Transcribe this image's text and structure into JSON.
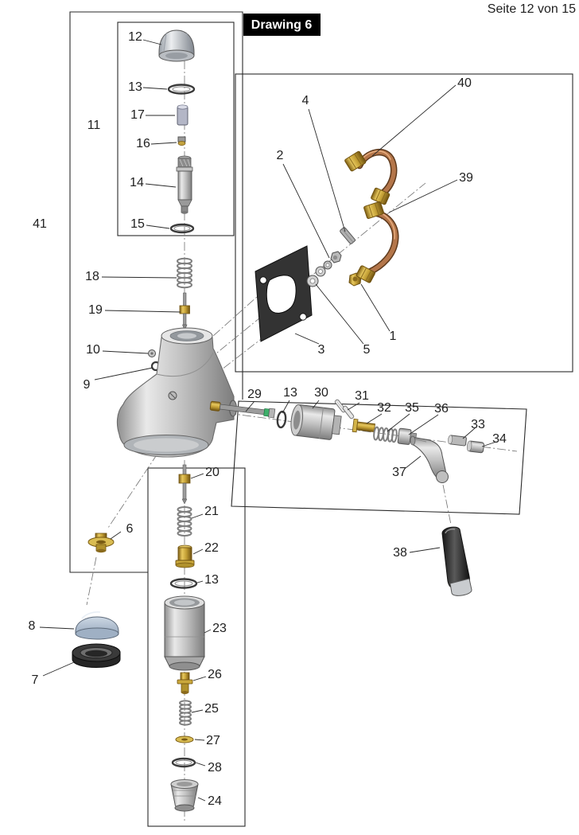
{
  "page": {
    "page_indicator": "Seite 12 von 15",
    "drawing_badge": "Drawing 6"
  },
  "diagram": {
    "type": "exploded-parts-diagram",
    "callouts": {
      "c1": "1",
      "c2": "2",
      "c3": "3",
      "c4": "4",
      "c5": "5",
      "c6": "6",
      "c7": "7",
      "c8": "8",
      "c9": "9",
      "c10": "10",
      "c11": "11",
      "c12": "12",
      "c13a": "13",
      "c13b": "13",
      "c13c": "13",
      "c14": "14",
      "c15": "15",
      "c16": "16",
      "c17": "17",
      "c18": "18",
      "c19": "19",
      "c20": "20",
      "c21": "21",
      "c22": "22",
      "c23": "23",
      "c24": "24",
      "c25": "25",
      "c26": "26",
      "c27": "27",
      "c28": "28",
      "c29": "29",
      "c30": "30",
      "c31": "31",
      "c32": "32",
      "c33": "33",
      "c34": "34",
      "c35": "35",
      "c36": "36",
      "c37": "37",
      "c38": "38",
      "c39": "39",
      "c40": "40",
      "c41": "41"
    },
    "colors": {
      "brass": "#c39f35",
      "copper": "#b4764a",
      "steel_light": "#d9d9d9",
      "steel_dark": "#7d7d7d",
      "gasket_black": "#2e2e2e",
      "spring_seal_green": "#3db06a",
      "dome_blue_gray": "#aebdd0",
      "badge_background": "#000000",
      "badge_text": "#ffffff"
    }
  }
}
